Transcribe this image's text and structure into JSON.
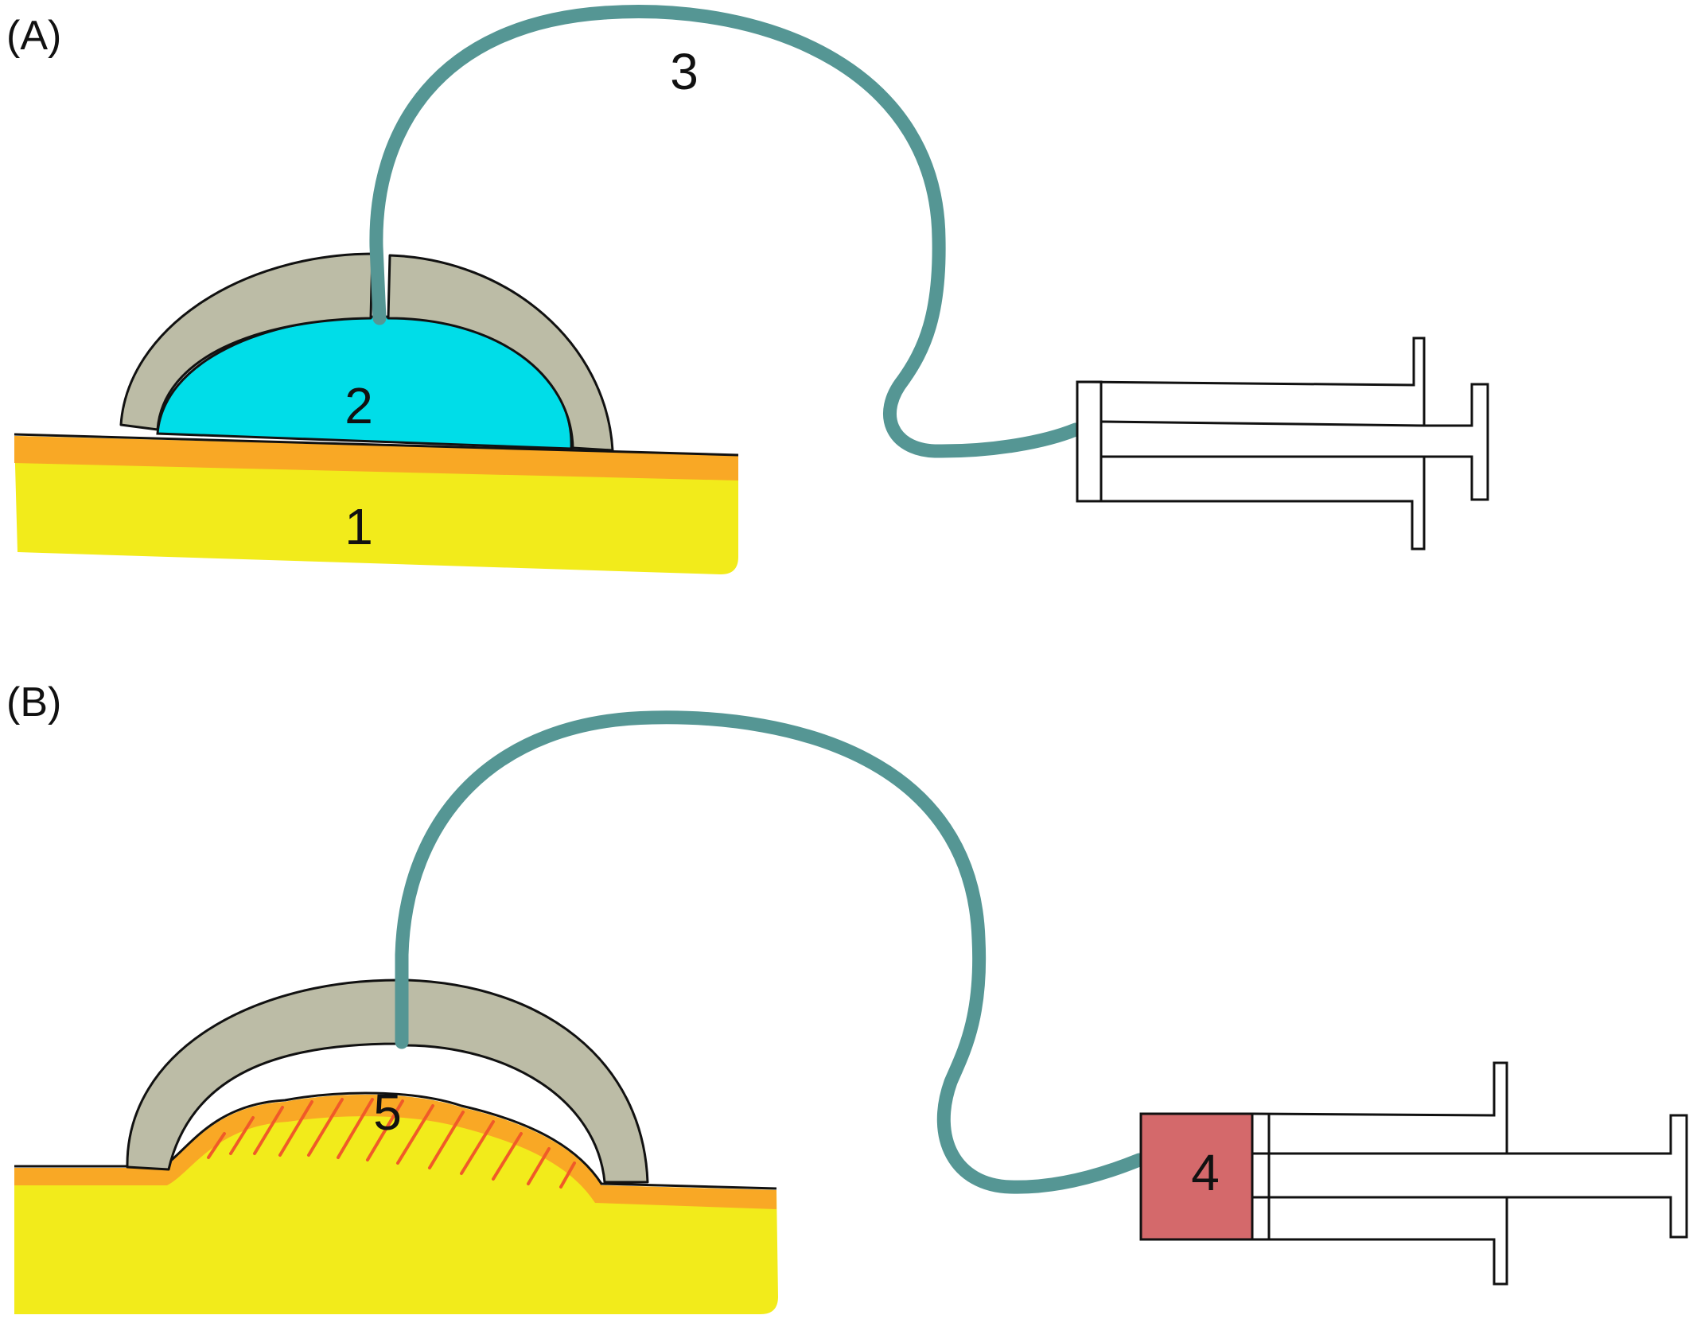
{
  "panels": [
    {
      "label": "(A)",
      "callouts": {
        "tissue": "1",
        "fluid": "2",
        "tube": "3"
      }
    },
    {
      "label": "(B)",
      "callouts": {
        "syringe_chamber": "4",
        "raised_tissue": "5"
      }
    }
  ],
  "colors": {
    "tissue_yellow": "#f2eb1b",
    "tissue_surface_orange": "#f9a825",
    "cup_gray": "#bcbca6",
    "fluid_cyan": "#00dde8",
    "tube_teal": "#559694",
    "syringe_red": "#d4696b",
    "hatch_red": "#f05a28",
    "outline": "#111111"
  }
}
